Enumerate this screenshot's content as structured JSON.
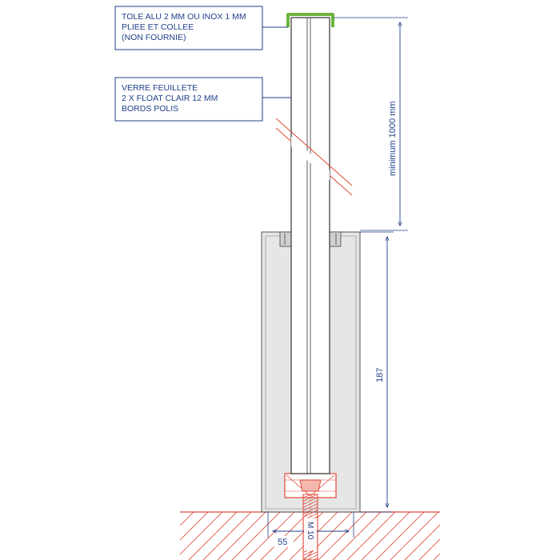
{
  "annotations": {
    "tole": [
      "TOLE ALU 2 MM OU INOX 1 MM",
      "PLIEE ET COLLEE",
      "(NON FOURNIE)"
    ],
    "verre": [
      "VERRE FEUILLETE",
      "2 X FLOAT CLAIR 12 MM",
      "BORDS POLIS"
    ]
  },
  "dimensions": {
    "height_above": "minimum 1000 mm",
    "profile_height": "187",
    "base_width": "55",
    "bolt": "M 10"
  },
  "colors": {
    "annotation_blue": "#1f3f8a",
    "cap_green": "#6fb63c",
    "section_red": "#e04a3a",
    "profile_fill": "#e6e6e6",
    "outline": "#333333"
  }
}
